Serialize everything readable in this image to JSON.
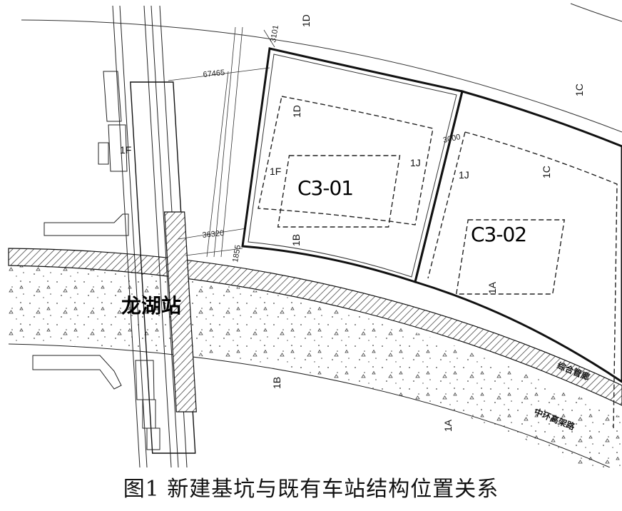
{
  "pits": [
    {
      "name": "C3-01"
    },
    {
      "name": "C3-02"
    }
  ],
  "station": {
    "name": "龙湖站"
  },
  "zones": [
    "1D",
    "1C",
    "1D",
    "1J",
    "1F",
    "1B",
    "1J",
    "1C",
    "1A",
    "1B",
    "1A",
    "1F"
  ],
  "dimensions": [
    "67465",
    "3101",
    "3000",
    "36320",
    "1855"
  ],
  "roads": {
    "corridor": "综合管廊",
    "elevated": "中环高架路"
  },
  "caption": "图1  新建基坑与既有车站结构位置关系"
}
